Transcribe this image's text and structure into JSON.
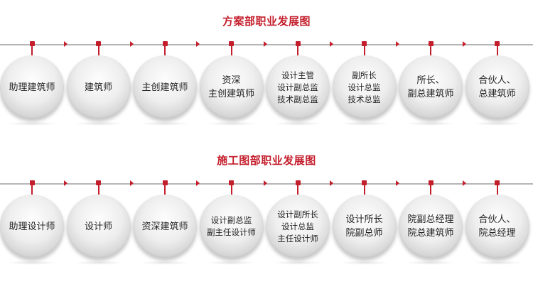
{
  "sections": [
    {
      "title": "方案部职业发展图",
      "stages": [
        {
          "lines": [
            "助理建筑师"
          ]
        },
        {
          "lines": [
            "建筑师"
          ]
        },
        {
          "lines": [
            "主创建筑师"
          ]
        },
        {
          "lines": [
            "资深",
            "主创建筑师"
          ]
        },
        {
          "lines": [
            "设计主管",
            "设计副总监",
            "技术副总监"
          ]
        },
        {
          "lines": [
            "副所长",
            "设计总监",
            "技术总监"
          ]
        },
        {
          "lines": [
            "所长、",
            "副总建筑师"
          ]
        },
        {
          "lines": [
            "合伙人、",
            "总建筑师"
          ]
        }
      ]
    },
    {
      "title": "施工图部职业发展图",
      "stages": [
        {
          "lines": [
            "助理设计师"
          ]
        },
        {
          "lines": [
            "设计师"
          ]
        },
        {
          "lines": [
            "资深建筑师"
          ]
        },
        {
          "lines": [
            "设计副总监",
            "副主任设计师"
          ]
        },
        {
          "lines": [
            "设计副所长",
            "设计总监",
            "主任设计师"
          ]
        },
        {
          "lines": [
            "设计所长",
            "院副总师"
          ]
        },
        {
          "lines": [
            "院副总经理",
            "院总建筑师"
          ]
        },
        {
          "lines": [
            "合伙人、",
            "院总经理"
          ]
        }
      ]
    }
  ],
  "colors": {
    "accent": "#c41e2c",
    "timeline": "#b5b5b5",
    "text": "#222222"
  }
}
